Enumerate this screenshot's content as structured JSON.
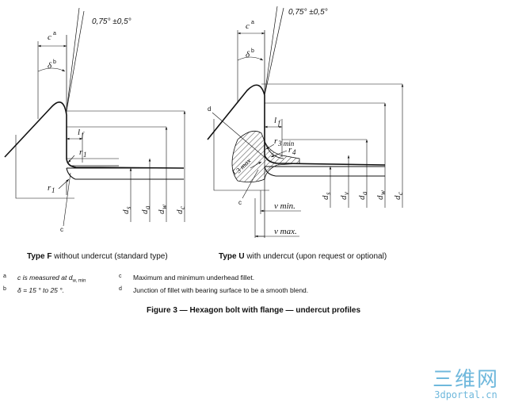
{
  "angles": {
    "draft": "0,75° ±0,5°"
  },
  "labels": {
    "c": "c",
    "c_ref": "a",
    "delta": "δ",
    "delta_ref": "b",
    "lf": "l",
    "lf_sub": "f",
    "r1": "r",
    "r1_sub": "1",
    "r3max": "r",
    "r3max_sub": "3 max",
    "r3min": "r",
    "r3min_sub": "3 min",
    "r4": "r",
    "r4_sub": "4",
    "ds": "d",
    "ds_sub": "s",
    "dv": "d",
    "dv_sub": "v",
    "da": "d",
    "da_sub": "a",
    "dw": "d",
    "dw_sub": "w",
    "dc": "d",
    "dc_sub": "c",
    "vmin": "v min.",
    "vmax": "v max.",
    "lead_c": "c",
    "lead_d": "d"
  },
  "captions": {
    "type_f_bold": "Type F",
    "type_f_text": "without undercut (standard type)",
    "type_u_bold": "Type U",
    "type_u_text": "with undercut (upon request or optional)"
  },
  "footnotes": {
    "a_mark": "a",
    "a_text": "c is measured at d",
    "a_sub": "w, min",
    "b_mark": "b",
    "b_text": "δ = 15 ° to 25 °.",
    "c_mark": "c",
    "c_text": "Maximum and minimum underhead fillet.",
    "d_mark": "d",
    "d_text": "Junction of fillet with bearing surface to be a smooth blend."
  },
  "figure_title": "Figure 3 — Hexagon bolt with flange — undercut profiles",
  "watermark": {
    "cn": "三维网",
    "url": "3dportal.cn"
  }
}
